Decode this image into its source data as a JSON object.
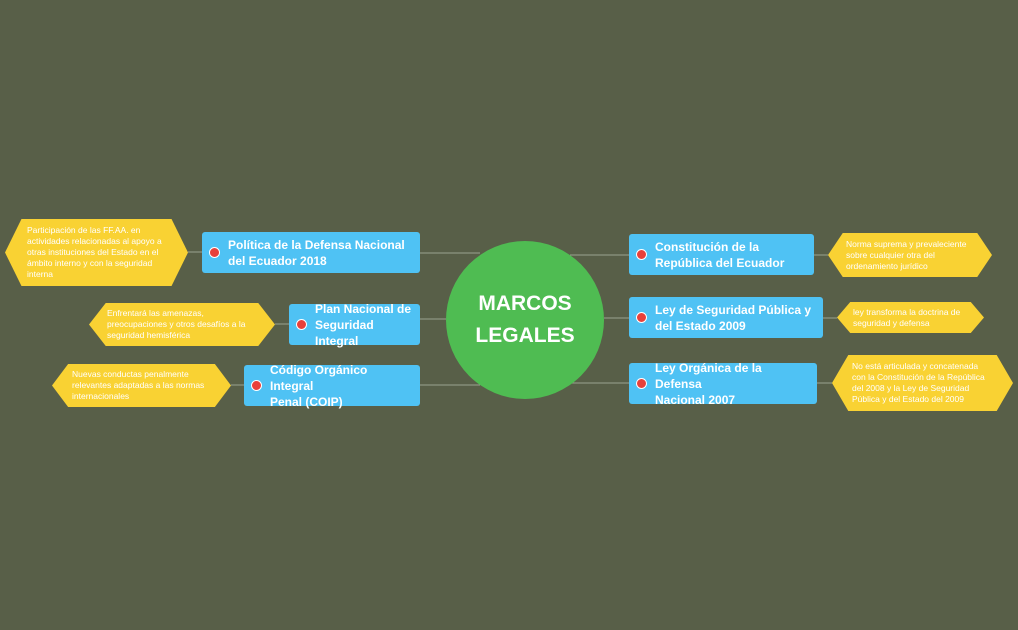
{
  "center": {
    "line1": "MARCOS",
    "line2": "LEGALES"
  },
  "left": [
    {
      "title_line1": "Política de la Defensa Nacional",
      "title_line2": "del Ecuador 2018",
      "note": "Participación de las FF.AA. en actividades relacionadas al apoyo a otras instituciones del Estado en el ámbito interno y con la seguridad interna"
    },
    {
      "title_line1": "Plan Nacional de",
      "title_line2": "Seguridad Integral",
      "note": "Enfrentará las amenazas, preocupaciones y otros desafíos a la seguridad hemisférica"
    },
    {
      "title_line1": "Código Orgánico Integral",
      "title_line2": "Penal (COIP)",
      "note": "Nuevas conductas penalmente relevantes adaptadas a las normas internacionales"
    }
  ],
  "right": [
    {
      "title_line1": "Constitución de la",
      "title_line2": "República del Ecuador",
      "note": "Norma suprema y prevaleciente sobre cualquier otra del ordenamiento jurídico"
    },
    {
      "title_line1": "Ley de Seguridad Pública y",
      "title_line2": "del Estado 2009",
      "note": "ley transforma la doctrina de seguridad y defensa"
    },
    {
      "title_line1": "Ley Orgánica de la Defensa",
      "title_line2": "Nacional 2007",
      "note": "No está articulada y concatenada con la Constitución de la República del 2008 y la Ley de Seguridad Pública y del Estado del 2009"
    }
  ],
  "colors": {
    "background": "#585f48",
    "center": "#4fbc52",
    "topic": "#4fc2f4",
    "note": "#f9d233",
    "dot": "#e8403a",
    "connector": "#9aa391"
  }
}
